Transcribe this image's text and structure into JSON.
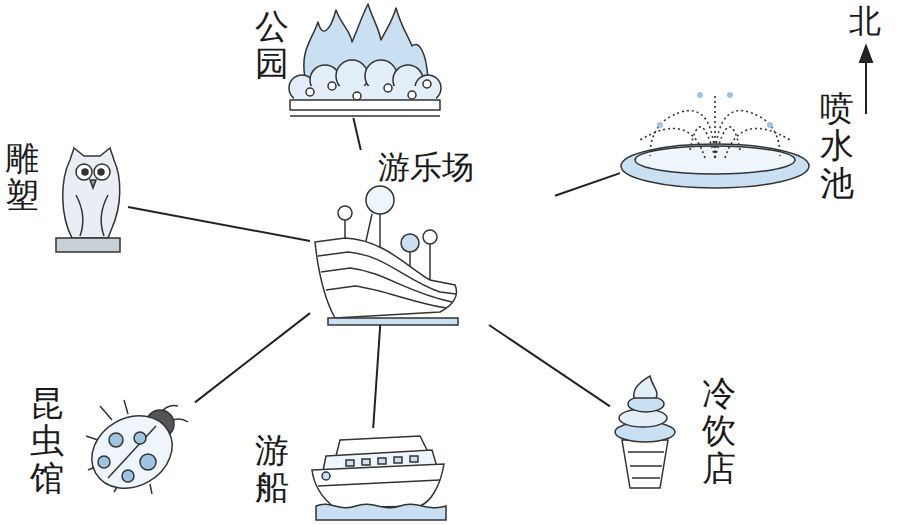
{
  "diagram": {
    "nodes": [
      {
        "text": [
          "公园"
        ]
      },
      {
        "text": [
          "喷水池"
        ]
      },
      {
        "text": [
          "雕塑"
        ]
      },
      {
        "text": [
          "游乐场"
        ]
      },
      {
        "text": [
          "昆虫馆"
        ]
      },
      {
        "text": [
          "游船"
        ]
      },
      {
        "text": [
          "冷饮店"
        ]
      }
    ],
    "edges": [
      {
        "from": 3,
        "to": 0,
        "arrow": "none"
      },
      {
        "from": 3,
        "to": 1,
        "arrow": "none"
      },
      {
        "from": 3,
        "to": 2,
        "arrow": "none"
      },
      {
        "from": 3,
        "to": 4,
        "arrow": "none"
      },
      {
        "from": 3,
        "to": 5,
        "arrow": "none"
      },
      {
        "from": 3,
        "to": 6,
        "arrow": "none"
      }
    ],
    "labels": [
      "北"
    ]
  }
}
